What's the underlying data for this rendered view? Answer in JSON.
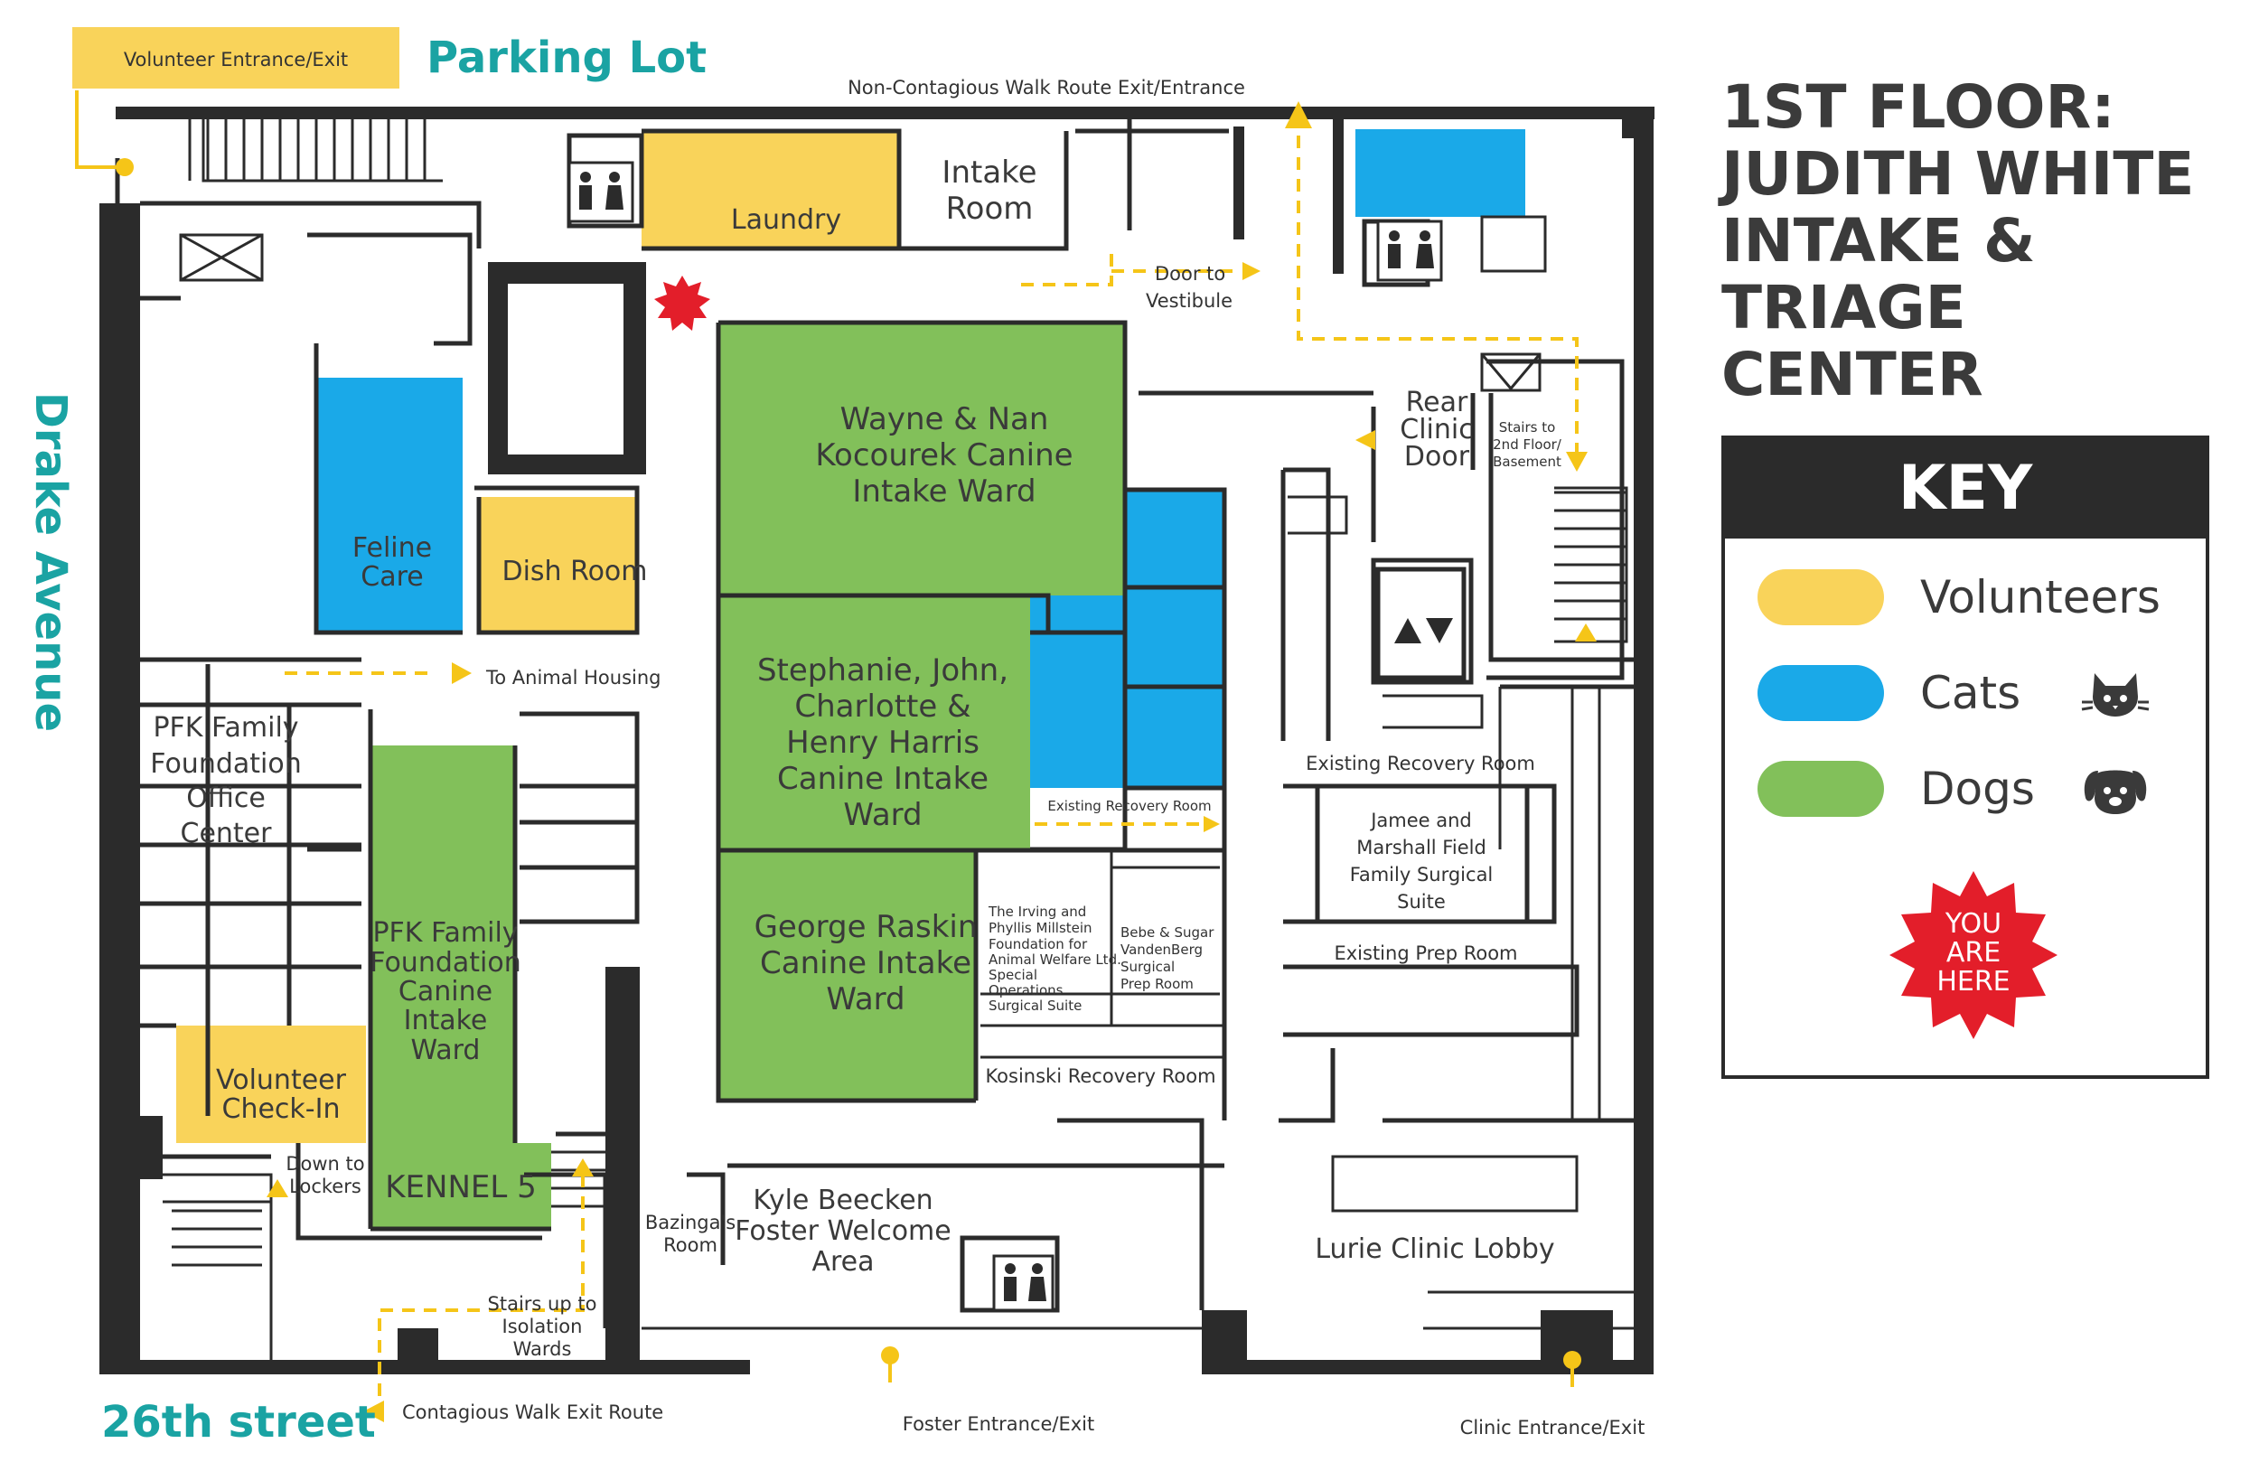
{
  "title": {
    "line1": "1ST FLOOR:",
    "line2": "JUDITH WHITE",
    "line3": "INTAKE & TRIAGE",
    "line4": "CENTER"
  },
  "key": {
    "heading": "KEY",
    "items": [
      {
        "label": "Volunteers",
        "color": "#f9d35a",
        "icon": ""
      },
      {
        "label": "Cats",
        "color": "#1aa9e8",
        "icon": "cat-icon"
      },
      {
        "label": "Dogs",
        "color": "#82c05a",
        "icon": "dog-icon"
      }
    ],
    "marker": {
      "line1": "YOU",
      "line2": "ARE",
      "line3": "HERE",
      "color": "#e31e2a"
    }
  },
  "colors": {
    "volunteers": "#f9d35a",
    "cats": "#1aa9e8",
    "dogs": "#82c05a",
    "street": "#1aa3a3",
    "wall": "#2b2b2b",
    "marker": "#e31e2a"
  },
  "streets": {
    "parking": "Parking Lot",
    "drake": "Drake Avenue",
    "twentysixth": "26th street"
  },
  "entrances": {
    "volunteer": "Volunteer Entrance/Exit",
    "non_contagious": "Non-Contagious Walk Route Exit/Entrance",
    "foster": "Foster Entrance/Exit",
    "clinic": "Clinic Entrance/Exit",
    "contagious": "Contagious Walk Exit Route"
  },
  "rooms": {
    "laundry": "Laundry",
    "intake": [
      "Intake",
      "Room"
    ],
    "door_vestibule": [
      "Door to",
      "Vestibule"
    ],
    "wayne": [
      "Wayne & Nan",
      "Kocourek Canine",
      "Intake Ward"
    ],
    "feline": [
      "Feline",
      "Care"
    ],
    "dish": "Dish Room",
    "to_animal": "To Animal Housing",
    "stephanie": [
      "Stephanie, John,",
      "Charlotte &",
      "Henry Harris",
      "Canine Intake",
      "Ward"
    ],
    "pfk_office": [
      "PFK Family",
      "Foundation",
      "Office",
      "Center"
    ],
    "pfk_canine": [
      "PFK Family",
      "Foundation",
      "Canine",
      "Intake",
      "Ward"
    ],
    "george": [
      "George Raskin",
      "Canine Intake",
      "Ward"
    ],
    "volunteer_checkin": [
      "Volunteer",
      "Check-In"
    ],
    "down_lockers": [
      "Down to",
      "Lockers"
    ],
    "kennel5": "KENNEL 5",
    "bazinga": [
      "Bazinga's",
      "Room"
    ],
    "kyle": [
      "Kyle Beecken",
      "Foster Welcome",
      "Area"
    ],
    "stairs_isolation": [
      "Stairs up to",
      "Isolation",
      "Wards"
    ],
    "rear_clinic": [
      "Rear",
      "Clinic",
      "Door"
    ],
    "stairs_2nd": [
      "Stairs to",
      "2nd Floor/",
      "Basement"
    ],
    "existing_recovery_small": "Existing Recovery Room",
    "existing_recovery": "Existing Recovery Room",
    "jamee": [
      "Jamee and",
      "Marshall Field",
      "Family Surgical",
      "Suite"
    ],
    "existing_prep": "Existing Prep Room",
    "irving": [
      "The Irving and",
      "Phyllis Millstein",
      "Foundation for",
      "Animal Welfare Ltd.",
      "Special",
      "Operations",
      "Surgical Suite"
    ],
    "bebe": [
      "Bebe & Sugar",
      "VandenBerg",
      "Surgical",
      "Prep Room"
    ],
    "kosinski": "Kosinski Recovery Room",
    "lurie": "Lurie Clinic Lobby"
  }
}
